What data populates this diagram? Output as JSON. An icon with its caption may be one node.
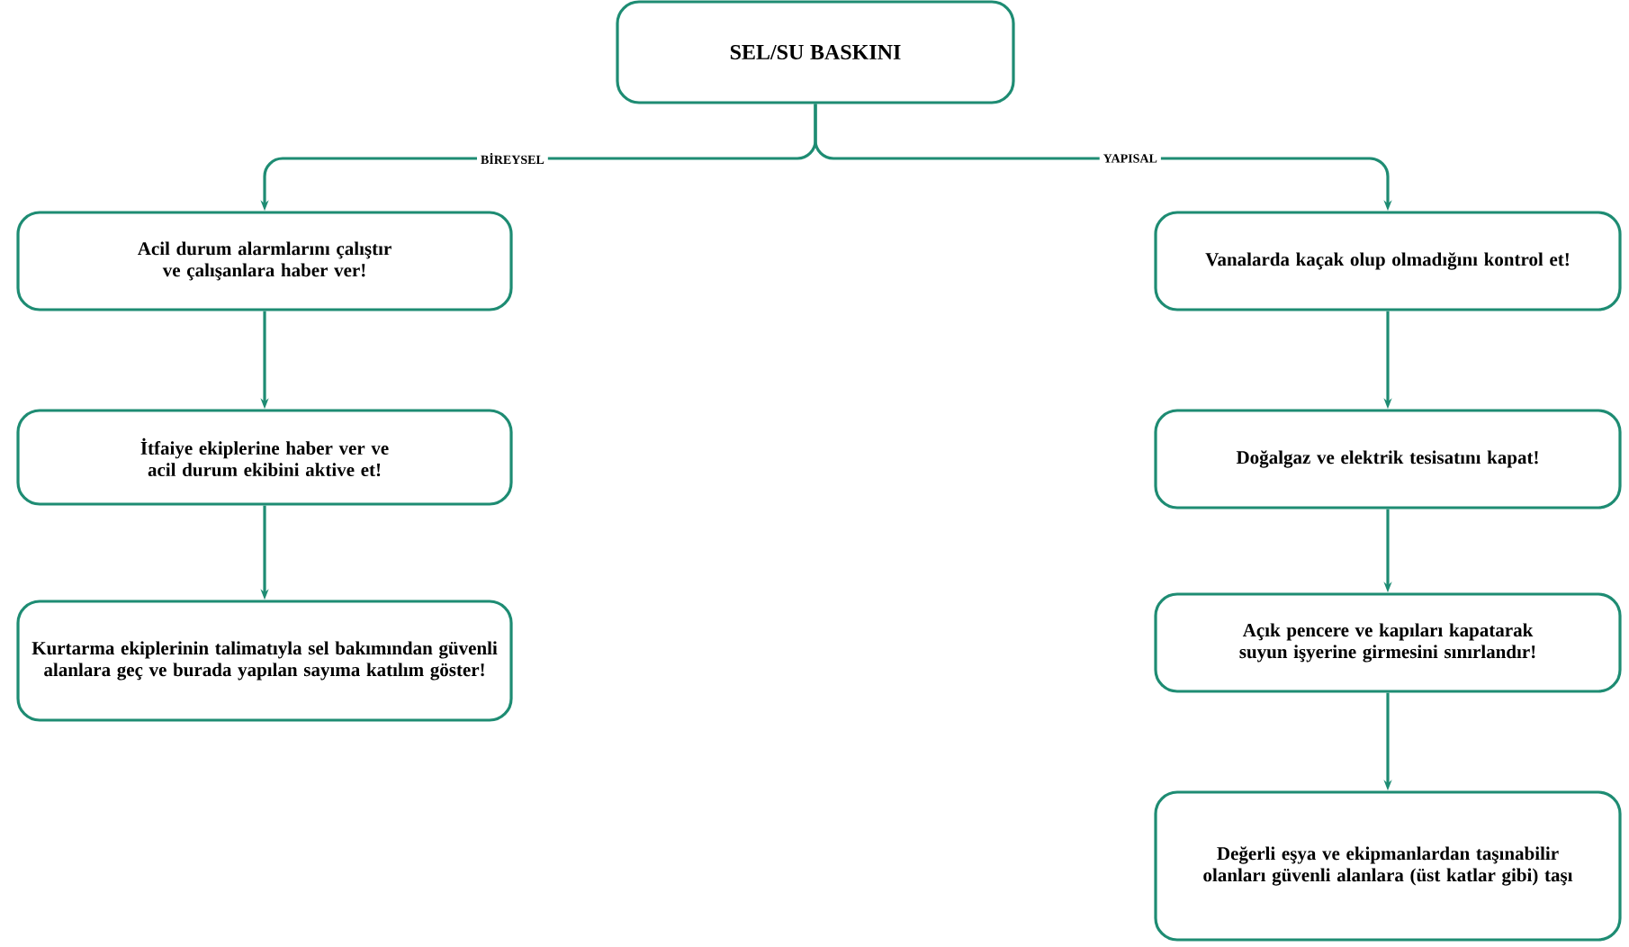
{
  "diagram": {
    "nodes": [
      {
        "text": [
          "SEL/SU BASKINI"
        ]
      },
      {
        "text": [
          "Acil durum alarmlarını çalıştır ve çalışanlara haber ver!"
        ]
      },
      {
        "text": [
          "İtfaiye ekiplerine haber ver ve acil durum ekibini aktive et!"
        ]
      },
      {
        "text": [
          "Kurtarma ekiplerinin talimatıyla sel bakımından güvenli alanlara geç ve burada yapılan sayıma katılım göster!"
        ]
      },
      {
        "text": [
          "Vanalarda kaçak olup olmadığını kontrol et!"
        ]
      },
      {
        "text": [
          "Doğalgaz ve elektrik tesisatını kapat!"
        ]
      },
      {
        "text": [
          "Açık pencere ve kapıları kapatarak suyun işyerine girmesini sınırlandır!"
        ]
      },
      {
        "text": [
          "Değerli eşya ve ekipmanlardan taşınabilir olanları güvenli alanlara (üst katlar gibi) taşı"
        ]
      }
    ],
    "edges": [
      {
        "from": 0,
        "to": 1,
        "arrow": "to",
        "label": "BİREYSEL"
      },
      {
        "from": 0,
        "to": 4,
        "arrow": "to",
        "label": "YAPISAL"
      },
      {
        "from": 1,
        "to": 2,
        "arrow": "to"
      },
      {
        "from": 2,
        "to": 3,
        "arrow": "to"
      },
      {
        "from": 4,
        "to": 5,
        "arrow": "to"
      },
      {
        "from": 5,
        "to": 6,
        "arrow": "to"
      },
      {
        "from": 6,
        "to": 7,
        "arrow": "to"
      }
    ]
  }
}
